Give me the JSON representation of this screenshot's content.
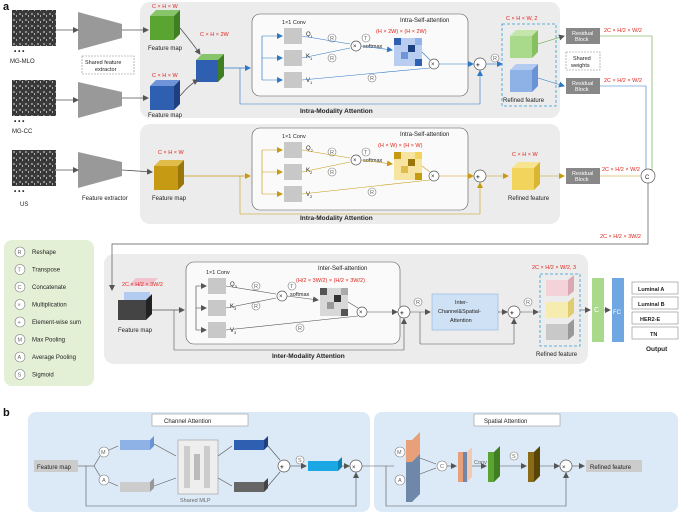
{
  "panel_a": {
    "letter": "a",
    "inputs": [
      "MG-MLO",
      "MG-CC",
      "US"
    ],
    "ellipsis": "• • •",
    "shared_feature_extractor": [
      "Shared feature",
      "extractor"
    ],
    "feature_extractor": "Feature extractor",
    "feature_map": "Feature map",
    "refined_feature": "Refined feature",
    "conv_1x1": "1×1 Conv",
    "intra_self_attention": "Intra-Self-attention",
    "inter_self_attention": "Inter-Self-attention",
    "softmax": "softmax",
    "residual_block": [
      "Residual",
      "Block"
    ],
    "shared_weights": [
      "Shared",
      "weights"
    ],
    "intra_modality_attention": "Intra-Modality Attention",
    "inter_modality_attention": "Inter-Modality Attention",
    "inter_channel_spatial": [
      "Inter-",
      "Channel&Spatial-",
      "Attention"
    ],
    "output_label": "Output",
    "outputs": [
      "Luminal A",
      "Luminal B",
      "HER2-E",
      "TN"
    ],
    "fc_label": "FC",
    "qkv_row1": [
      "Q",
      "K",
      "V"
    ],
    "sub1": "1",
    "sub2": "2",
    "sub3": "3",
    "dims": {
      "chw": "C × H × W",
      "chw2": "C × H × 2W",
      "chw_2": "C × H × W, 2",
      "attn1": "(H × 2W) × (H × 2W)",
      "attn2": "(H × W) × (H × W)",
      "attn3": "(H/2 × 3W/2) × (H/2 × 3W/2)",
      "res1": "2C × H/2 × W/2",
      "res2": "2C × H/2 × W/2",
      "res3": "2C × H/2 × W/2",
      "concat": "2C × H/2 × 3W/2",
      "fm3": "2C × H/2 × 3W/2",
      "refined3": "2C × H/2 × W/2, 3"
    }
  },
  "legend": {
    "items": [
      {
        "symbol": "R",
        "label": "Reshape"
      },
      {
        "symbol": "T",
        "label": "Transpose"
      },
      {
        "symbol": "C",
        "label": "Concatenate"
      },
      {
        "symbol": "×",
        "label": "Multiplication"
      },
      {
        "symbol": "+",
        "label": "Element-wise sum"
      },
      {
        "symbol": "M",
        "label": "Max Pooling"
      },
      {
        "symbol": "A",
        "label": "Average Pooling"
      },
      {
        "symbol": "S",
        "label": "Sigmoid"
      }
    ]
  },
  "panel_b": {
    "letter": "b",
    "channel_attention": "Channel Attention",
    "spatial_attention": "Spatial Attention",
    "feature_map": "Feature map",
    "refined_feature": "Refined feature",
    "shared_mlp": "Shared MLP",
    "conv": "Conv"
  },
  "colors": {
    "green": "#5aa532",
    "blue": "#2f5fb0",
    "gold": "#c79a14",
    "yellow": "#f2d35c",
    "light_green": "#a9d98a",
    "light_blue": "#8fb2e6",
    "panel_grey": "#ececec",
    "legend_green": "#e3f0d6",
    "panel_b_blue": "#dce9f6",
    "red_text": "#e0241b"
  }
}
